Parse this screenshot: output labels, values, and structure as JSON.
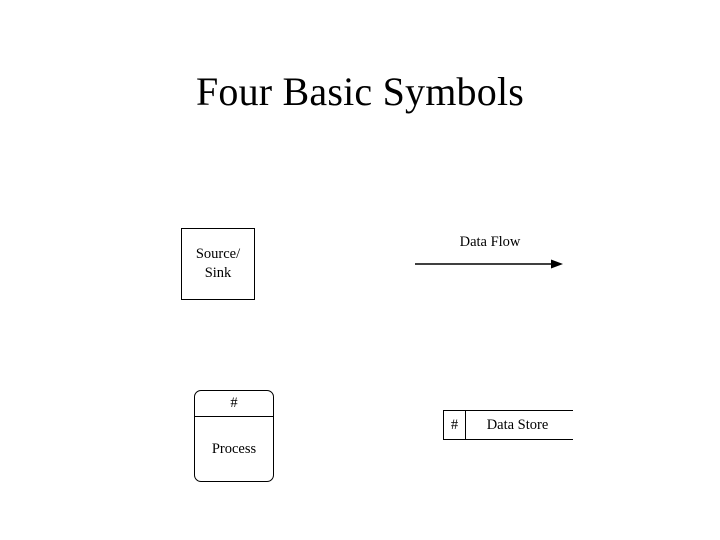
{
  "slide": {
    "title": "Four Basic Symbols",
    "background_color": "#ffffff",
    "text_color": "#000000"
  },
  "symbols": {
    "source_sink": {
      "label_line1": "Source/",
      "label_line2": "Sink",
      "shape": "rectangle"
    },
    "data_flow": {
      "label": "Data Flow",
      "shape": "arrow-right"
    },
    "process": {
      "number": "#",
      "name": "Process",
      "shape": "rounded-rectangle-with-divider"
    },
    "data_store": {
      "number": "#",
      "name": "Data Store",
      "shape": "open-ended-rectangle"
    }
  }
}
